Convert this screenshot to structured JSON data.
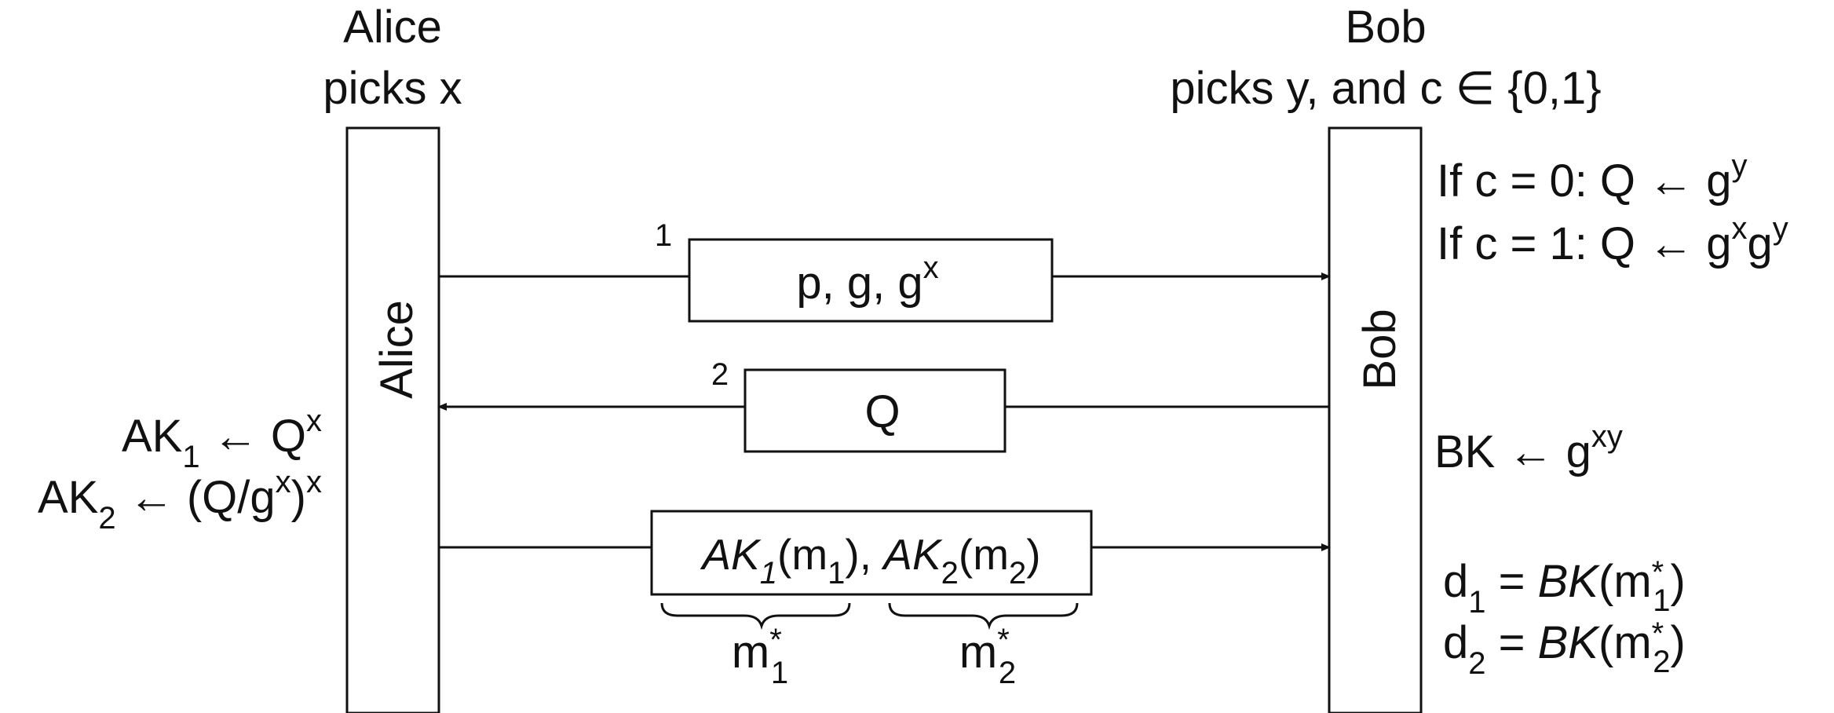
{
  "alice": {
    "header_name": "Alice",
    "header_action": "picks x",
    "box_label": "Alice",
    "computations": [
      {
        "lhs": "AK",
        "lhs_sub": "1",
        "arrow": "←",
        "rhs": "Q",
        "rhs_sup": "x"
      },
      {
        "lhs": "AK",
        "lhs_sub": "2",
        "arrow": "←",
        "rhs_open": "(Q/g",
        "rhs_inner_sup": "x",
        "rhs_close": ")",
        "rhs_sup": "x"
      }
    ]
  },
  "bob": {
    "header_name": "Bob",
    "header_action": "picks y, and c ∈ {0,1}",
    "box_label": "Bob",
    "q_rules": [
      {
        "prefix": "If c = 0: Q ← g",
        "sup1": "y"
      },
      {
        "prefix": "If c = 1: Q ← g",
        "sup1": "x",
        "mid": "g",
        "sup2": "y"
      }
    ],
    "bk": {
      "lhs": "BK ← g",
      "sup": "xy"
    },
    "decryptions": [
      {
        "d": "d",
        "d_sub": "1",
        "eq": " = ",
        "key": "BK",
        "open": "(m",
        "star": "*",
        "sub": "1",
        "close": ")"
      },
      {
        "d": "d",
        "d_sub": "2",
        "eq": " = ",
        "key": "BK",
        "open": "(m",
        "star": "*",
        "sub": "2",
        "close": ")"
      }
    ]
  },
  "messages": [
    {
      "number": "1",
      "text": "p, g, g",
      "sup": "x",
      "direction": "alice-to-bob"
    },
    {
      "number": "2",
      "text": "Q",
      "direction": "bob-to-alice"
    },
    {
      "number": "",
      "direction": "alice-to-bob",
      "part1": {
        "key": "AK",
        "key_sub": "1",
        "open": "(m",
        "sub": "1",
        "close": "),"
      },
      "part2": {
        "key": "AK",
        "key_sub": "2",
        "open": "(m",
        "sub": "2",
        "close": ")"
      },
      "braces": [
        {
          "base": "m",
          "star": "*",
          "sub": "1"
        },
        {
          "base": "m",
          "star": "*",
          "sub": "2"
        }
      ]
    }
  ]
}
